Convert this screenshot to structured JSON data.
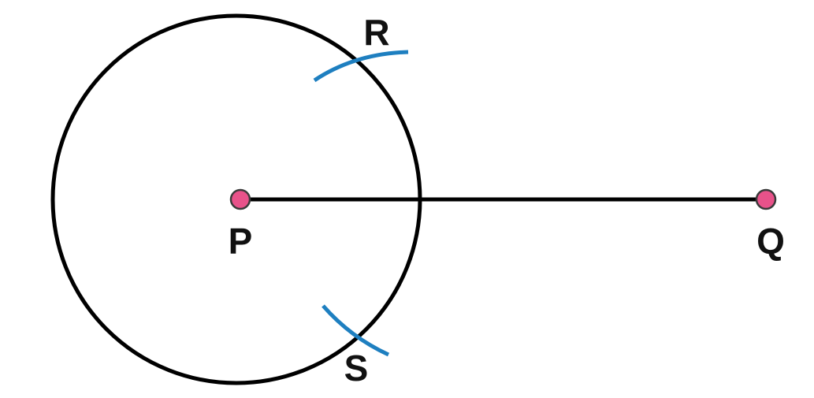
{
  "labels": {
    "P": "P",
    "Q": "Q",
    "R": "R",
    "S": "S"
  },
  "colors": {
    "stroke": "#000000",
    "arc": "#1e7fc0",
    "point_fill": "#e8528a",
    "point_stroke": "#3a3a3a",
    "label": "#111111"
  }
}
